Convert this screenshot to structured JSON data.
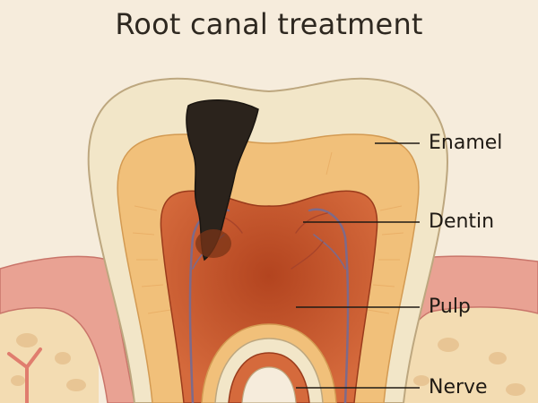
{
  "title": "Root canal treatment",
  "labels": {
    "enamel": "Enamel",
    "dentin": "Dentin",
    "pulp": "Pulp",
    "nerve": "Nerve"
  },
  "colors": {
    "background": "#f6ecdc",
    "enamel": "#f2e6c8",
    "dentin": "#f1c07a",
    "pulp": "#c45a34",
    "decay": "#2b231c",
    "gum": "#e39a8e",
    "bone": "#f3dcb2"
  }
}
